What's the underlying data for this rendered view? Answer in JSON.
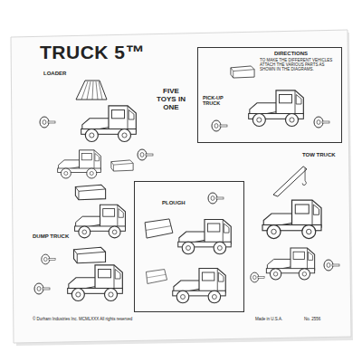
{
  "diagram": {
    "title": "TRUCK 5™",
    "nodes": [
      {
        "text": [
          "DIRECTIONS",
          "TO MAKE THE DIFFERENT VEHICLES ATTACH THE VARIOUS PARTS AS SHOWN IN THE DIAGRAMS.",
          "PICK-UP TRUCK"
        ]
      },
      {
        "text": [
          "PLOUGH"
        ]
      }
    ],
    "labels": [
      "LOADER",
      "FIVE TOYS IN ONE",
      "TOW TRUCK",
      "DUMP TRUCK",
      "© Durham Industries Inc. MCMLXXX All rights reserved",
      "Made in U.S.A.",
      "No. 2556"
    ]
  }
}
